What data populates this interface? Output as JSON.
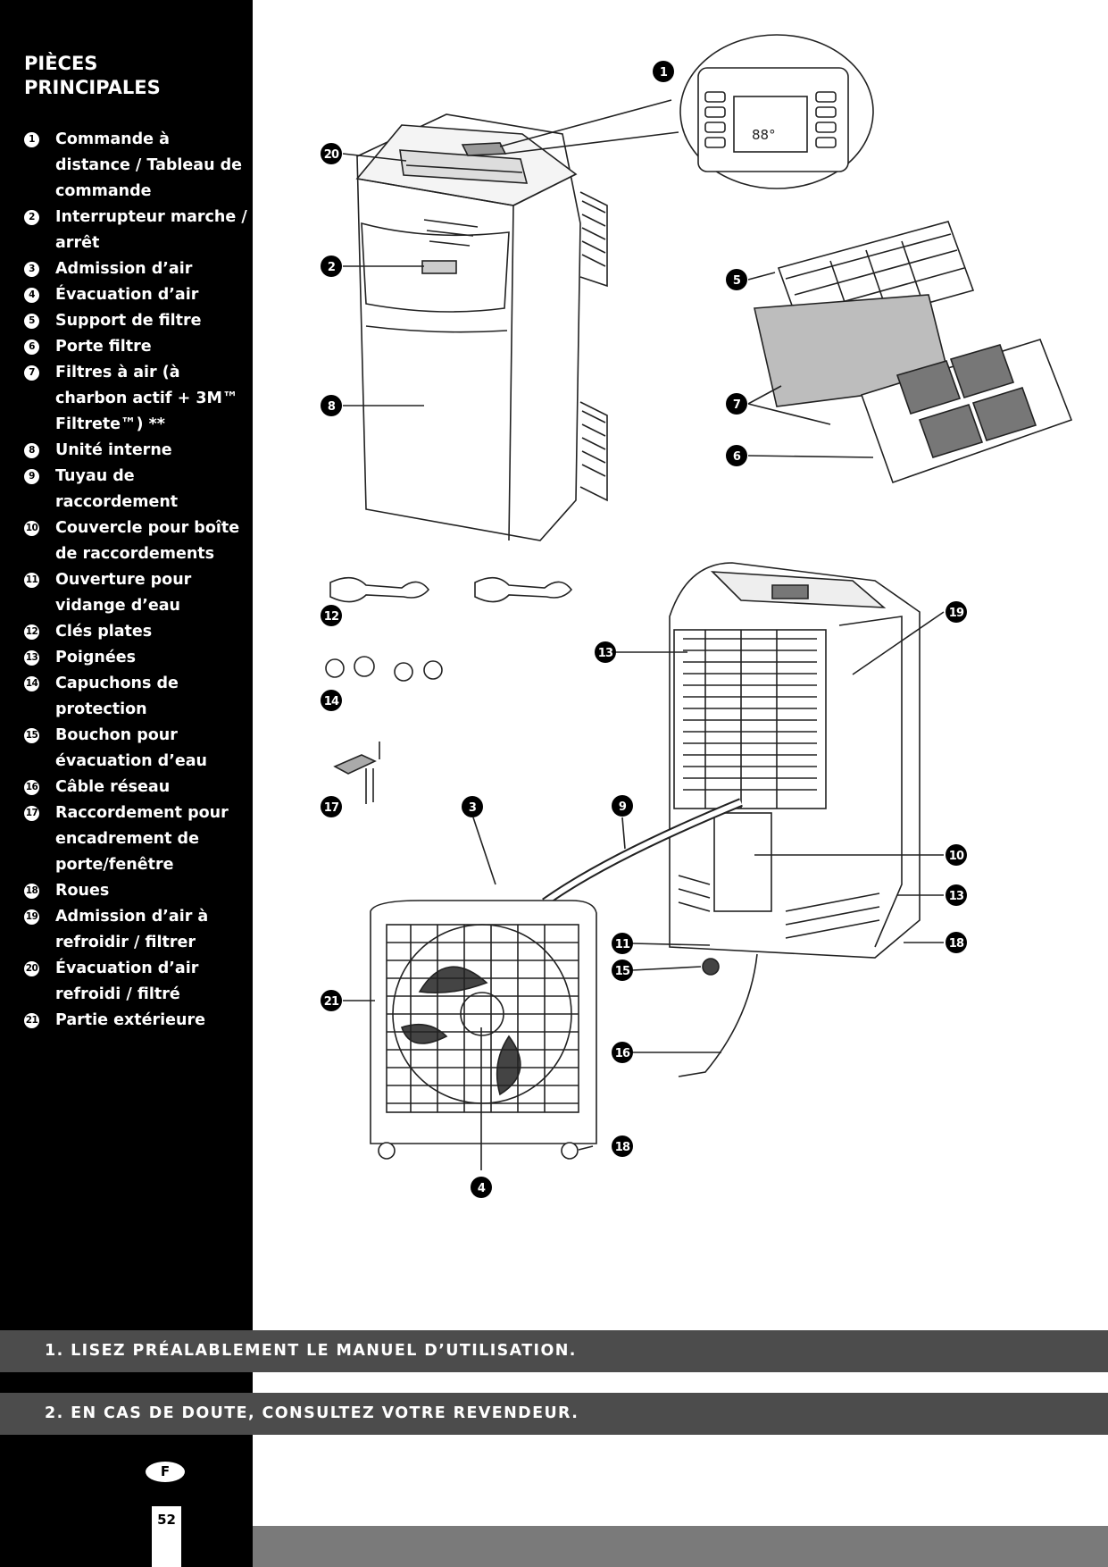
{
  "heading": "PIÈCES\nPRINCIPALES",
  "parts": [
    {
      "num": "1",
      "label": "Commande à distance / Tableau de commande"
    },
    {
      "num": "2",
      "label": "Interrupteur marche / arrêt"
    },
    {
      "num": "3",
      "label": "Admission d’air"
    },
    {
      "num": "4",
      "label": "Évacuation d’air"
    },
    {
      "num": "5",
      "label": "Support de filtre"
    },
    {
      "num": "6",
      "label": "Porte filtre"
    },
    {
      "num": "7",
      "label": "Filtres à air (à charbon actif + 3M™ Filtrete™) **"
    },
    {
      "num": "8",
      "label": "Unité interne"
    },
    {
      "num": "9",
      "label": "Tuyau de raccordement"
    },
    {
      "num": "10",
      "label": "Couvercle pour boîte de raccordements"
    },
    {
      "num": "11",
      "label": "Ouverture pour vidange d’eau"
    },
    {
      "num": "12",
      "label": "Clés plates"
    },
    {
      "num": "13",
      "label": "Poignées"
    },
    {
      "num": "14",
      "label": "Capuchons de protection"
    },
    {
      "num": "15",
      "label": "Bouchon pour évacuation d’eau"
    },
    {
      "num": "16",
      "label": "Câble réseau"
    },
    {
      "num": "17",
      "label": "Raccordement pour encadrement de porte/fenêtre"
    },
    {
      "num": "18",
      "label": "Roues"
    },
    {
      "num": "19",
      "label": "Admission d’air à refroidir / filtrer"
    },
    {
      "num": "20",
      "label": "Évacuation d’air refroidi / filtré"
    },
    {
      "num": "21",
      "label": "Partie extérieure"
    }
  ],
  "notices": [
    "1. LISEZ PRÉALABLEMENT LE MANUEL D’UTILISATION.",
    "2. EN CAS DE DOUTE, CONSULTEZ VOTRE REVENDEUR."
  ],
  "footer": {
    "language": "F",
    "page_number": "52"
  },
  "diagram_callouts": [
    "1",
    "20",
    "2",
    "8",
    "5",
    "7",
    "6",
    "12",
    "14",
    "17",
    "13",
    "19",
    "3",
    "9",
    "10",
    "13",
    "11",
    "15",
    "18",
    "16",
    "21",
    "18",
    "4"
  ],
  "display_readout": "88°"
}
